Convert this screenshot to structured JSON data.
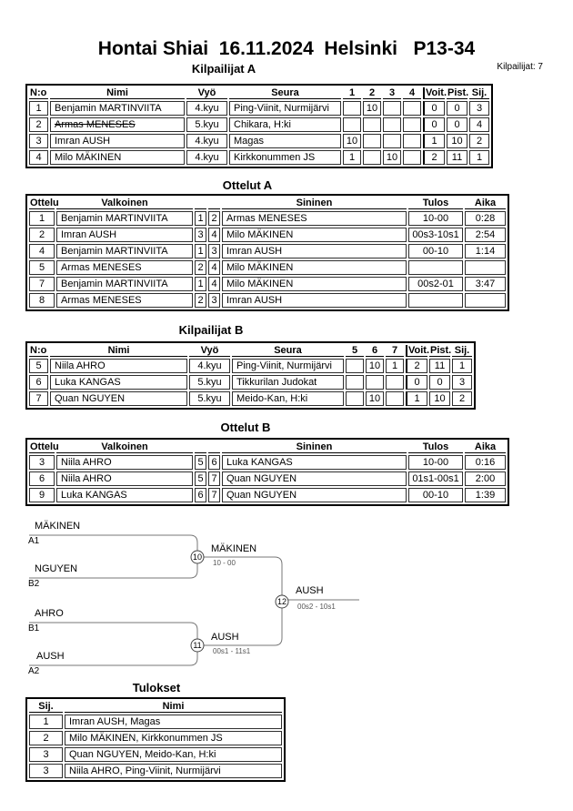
{
  "title": "Hontai Shiai  16.11.2024  Helsinki   P13-34",
  "competitors_total": "Kilpailijat: 7",
  "pool_a": {
    "heading": "Kilpailijat A",
    "col_headers": {
      "no": "N:o",
      "name": "Nimi",
      "belt": "Vyö",
      "club": "Seura",
      "m1": "1",
      "m2": "2",
      "m3": "3",
      "m4": "4",
      "wins": "Voit.",
      "points": "Pist.",
      "place": "Sij."
    },
    "rows": [
      {
        "no": "1",
        "name": "Benjamin MARTINVIITA",
        "belt": "4.kyu",
        "club": "Ping-Viinit, Nurmijärvi",
        "m1": "",
        "m2": "10",
        "m3": "",
        "m4": "",
        "wins": "0",
        "points": "0",
        "place": "3"
      },
      {
        "no": "2",
        "name": "Armas MENESES",
        "belt": "5.kyu",
        "club": "Chikara, H:ki",
        "m1": "",
        "m2": "",
        "m3": "",
        "m4": "",
        "wins": "0",
        "points": "0",
        "place": "4"
      },
      {
        "no": "3",
        "name": "Imran AUSH",
        "belt": "4.kyu",
        "club": "Magas",
        "m1": "10",
        "m2": "",
        "m3": "",
        "m4": "",
        "wins": "1",
        "points": "10",
        "place": "2"
      },
      {
        "no": "4",
        "name": "Milo MÄKINEN",
        "belt": "4.kyu",
        "club": "Kirkkonummen JS",
        "m1": "1",
        "m2": "",
        "m3": "10",
        "m4": "",
        "wins": "2",
        "points": "11",
        "place": "1"
      }
    ]
  },
  "matches_a": {
    "heading": "Ottelut A",
    "col_headers": {
      "match": "Ottelu",
      "white": "Valkoinen",
      "blue": "Sininen",
      "result": "Tulos",
      "time": "Aika"
    },
    "rows": [
      {
        "no": "1",
        "white": "Benjamin MARTINVIITA",
        "white_no": "1",
        "blue_no": "2",
        "blue": "Armas MENESES",
        "result": "10-00",
        "time": "0:28"
      },
      {
        "no": "2",
        "white": "Imran AUSH",
        "white_no": "3",
        "blue_no": "4",
        "blue": "Milo MÄKINEN",
        "result": "00s3-10s1",
        "time": "2:54"
      },
      {
        "no": "4",
        "white": "Benjamin MARTINVIITA",
        "white_no": "1",
        "blue_no": "3",
        "blue": "Imran AUSH",
        "result": "00-10",
        "time": "1:14"
      },
      {
        "no": "5",
        "white": "Armas MENESES",
        "white_no": "2",
        "blue_no": "4",
        "blue": "Milo MÄKINEN",
        "result": "",
        "time": ""
      },
      {
        "no": "7",
        "white": "Benjamin MARTINVIITA",
        "white_no": "1",
        "blue_no": "4",
        "blue": "Milo MÄKINEN",
        "result": "00s2-01",
        "time": "3:47"
      },
      {
        "no": "8",
        "white": "Armas MENESES",
        "white_no": "2",
        "blue_no": "3",
        "blue": "Imran AUSH",
        "result": "",
        "time": ""
      }
    ]
  },
  "pool_b": {
    "heading": "Kilpailijat B",
    "col_headers": {
      "no": "N:o",
      "name": "Nimi",
      "belt": "Vyö",
      "club": "Seura",
      "m5": "5",
      "m6": "6",
      "m7": "7",
      "wins": "Voit.",
      "points": "Pist.",
      "place": "Sij."
    },
    "rows": [
      {
        "no": "5",
        "name": "Niila AHRO",
        "belt": "4.kyu",
        "club": "Ping-Viinit, Nurmijärvi",
        "m5": "",
        "m6": "10",
        "m7": "1",
        "wins": "2",
        "points": "11",
        "place": "1"
      },
      {
        "no": "6",
        "name": "Luka KANGAS",
        "belt": "5.kyu",
        "club": "Tikkurilan Judokat",
        "m5": "",
        "m6": "",
        "m7": "",
        "wins": "0",
        "points": "0",
        "place": "3"
      },
      {
        "no": "7",
        "name": "Quan NGUYEN",
        "belt": "5.kyu",
        "club": "Meido-Kan, H:ki",
        "m5": "",
        "m6": "10",
        "m7": "",
        "wins": "1",
        "points": "10",
        "place": "2"
      }
    ]
  },
  "matches_b": {
    "heading": "Ottelut B",
    "col_headers": {
      "match": "Ottelu",
      "white": "Valkoinen",
      "blue": "Sininen",
      "result": "Tulos",
      "time": "Aika"
    },
    "rows": [
      {
        "no": "3",
        "white": "Niila AHRO",
        "white_no": "5",
        "blue_no": "6",
        "blue": "Luka KANGAS",
        "result": "10-00",
        "time": "0:16"
      },
      {
        "no": "6",
        "white": "Niila AHRO",
        "white_no": "5",
        "blue_no": "7",
        "blue": "Quan NGUYEN",
        "result": "01s1-00s1",
        "time": "2:00"
      },
      {
        "no": "9",
        "white": "Luka KANGAS",
        "white_no": "6",
        "blue_no": "7",
        "blue": "Quan NGUYEN",
        "result": "00-10",
        "time": "1:39"
      }
    ]
  },
  "bracket": {
    "semi1": {
      "top_name": "MÄKINEN",
      "top_tag": "A1",
      "bottom_name": "NGUYEN",
      "bottom_tag": "B2",
      "match_no": "10",
      "winner": "MÄKINEN",
      "score": "10 - 00"
    },
    "semi2": {
      "top_name": "AHRO",
      "top_tag": "B1",
      "bottom_name": "AUSH",
      "bottom_tag": "A2",
      "match_no": "11",
      "winner": "AUSH",
      "score": "00s1 - 11s1"
    },
    "final": {
      "match_no": "12",
      "winner": "AUSH",
      "score": "00s2 - 10s1"
    }
  },
  "results": {
    "heading": "Tulokset",
    "col_headers": {
      "place": "Sij.",
      "name": "Nimi"
    },
    "rows": [
      {
        "place": "1",
        "name": "Imran AUSH, Magas"
      },
      {
        "place": "2",
        "name": "Milo MÄKINEN, Kirkkonummen JS"
      },
      {
        "place": "3",
        "name": "Quan NGUYEN, Meido-Kan, H:ki"
      },
      {
        "place": "3",
        "name": "Niila AHRO, Ping-Viinit, Nurmijärvi"
      }
    ]
  }
}
